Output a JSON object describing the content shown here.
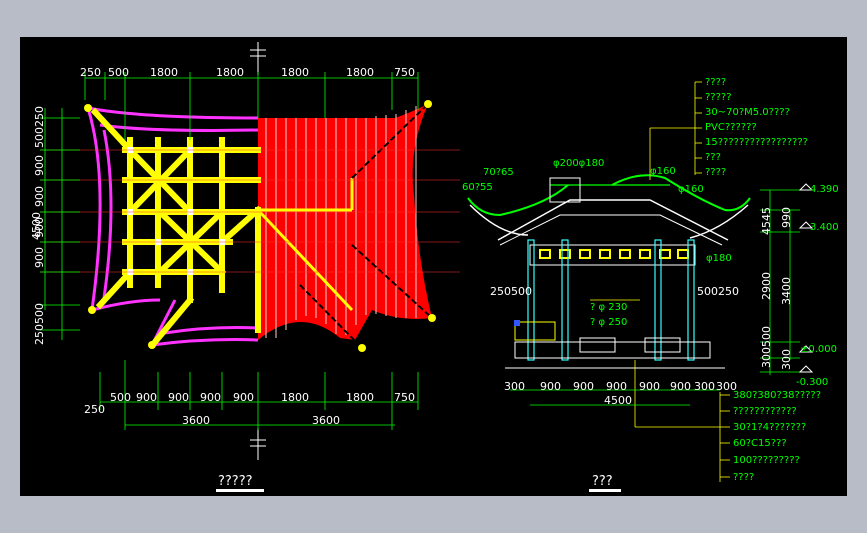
{
  "plan": {
    "title": "?????",
    "top_dims": [
      "250",
      "500",
      "1800",
      "1800",
      "1800",
      "1800",
      "750"
    ],
    "bottom_dims": [
      "250",
      "500",
      "900",
      "900",
      "900",
      "900",
      "1800",
      "1800",
      "750"
    ],
    "bottom_totals": [
      "3600",
      "3600"
    ],
    "left_dims": [
      "500250",
      "900",
      "900",
      "900",
      "900",
      "250500"
    ],
    "left_total": "4500"
  },
  "elevation": {
    "title": "???",
    "notes_top": [
      "????",
      "?????",
      "30~70?M5.0????",
      "PVC??????",
      "15?????????????????",
      "???",
      "????"
    ],
    "notes_bottom": [
      "380?380?38?????",
      "????????????",
      "30?1?4???????",
      "60?C15???",
      "100?????????",
      "????"
    ],
    "labels": {
      "l7065": "70?65",
      "l6055": "60?55",
      "phi200": "φ200φ180",
      "phi160a": "φ160",
      "phi160b": "φ160",
      "phi180": "φ180",
      "dim_250500_l": "250500",
      "dim_500250_r": "500250",
      "phi230": "? φ  230",
      "phi250": "? φ  250"
    },
    "bottom_dims": [
      "300",
      "900",
      "900",
      "900",
      "900",
      "900",
      "300",
      "300"
    ],
    "bottom_total": "4500",
    "right_dims": [
      "4545",
      "990",
      "2900",
      "3400",
      "300",
      "300500"
    ],
    "levels": [
      "4.390",
      "3.400",
      "±0.000",
      "-0.300"
    ]
  }
}
